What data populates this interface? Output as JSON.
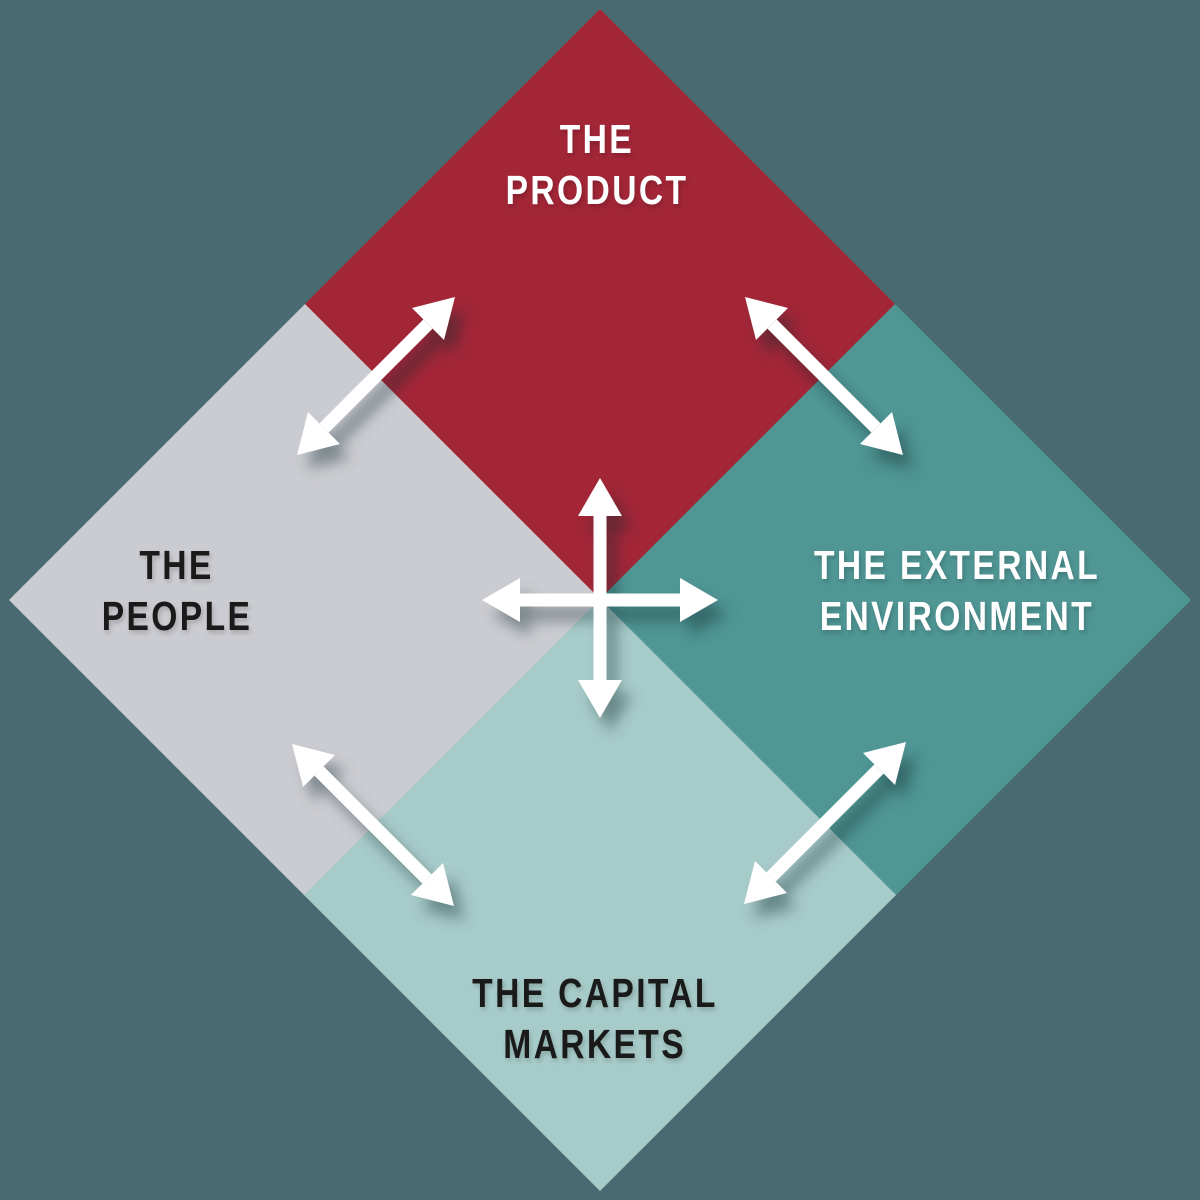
{
  "diagram": {
    "name": "four-quadrant-diamond-model",
    "background_color": "#4A6A71",
    "arrow_color": "#FFFFFF",
    "quadrants": [
      {
        "id": "product",
        "position": "top",
        "label_lines": [
          "THE",
          "PRODUCT"
        ],
        "color": "#A32637",
        "text_color": "#FFFFFF"
      },
      {
        "id": "people",
        "position": "left",
        "label_lines": [
          "THE",
          "PEOPLE"
        ],
        "color": "#CBCCD1",
        "text_color": "#1A1A1A"
      },
      {
        "id": "external-environment",
        "position": "right",
        "label_lines": [
          "THE EXTERNAL",
          "ENVIRONMENT"
        ],
        "color": "#4F9695",
        "text_color": "#FFFFFF"
      },
      {
        "id": "capital-markets",
        "position": "bottom",
        "label_lines": [
          "THE CAPITAL",
          "MARKETS"
        ],
        "color": "#A7CBC9",
        "text_color": "#1A1A1A"
      }
    ],
    "connectors": [
      {
        "id": "center-cross",
        "between": [
          "all quadrants"
        ],
        "type": "four-way-arrow"
      },
      {
        "id": "product-people",
        "between": [
          "product",
          "people"
        ],
        "type": "double-arrow"
      },
      {
        "id": "product-environment",
        "between": [
          "product",
          "external-environment"
        ],
        "type": "double-arrow"
      },
      {
        "id": "people-capital",
        "between": [
          "people",
          "capital-markets"
        ],
        "type": "double-arrow"
      },
      {
        "id": "environment-capital",
        "between": [
          "external-environment",
          "capital-markets"
        ],
        "type": "double-arrow"
      }
    ]
  }
}
